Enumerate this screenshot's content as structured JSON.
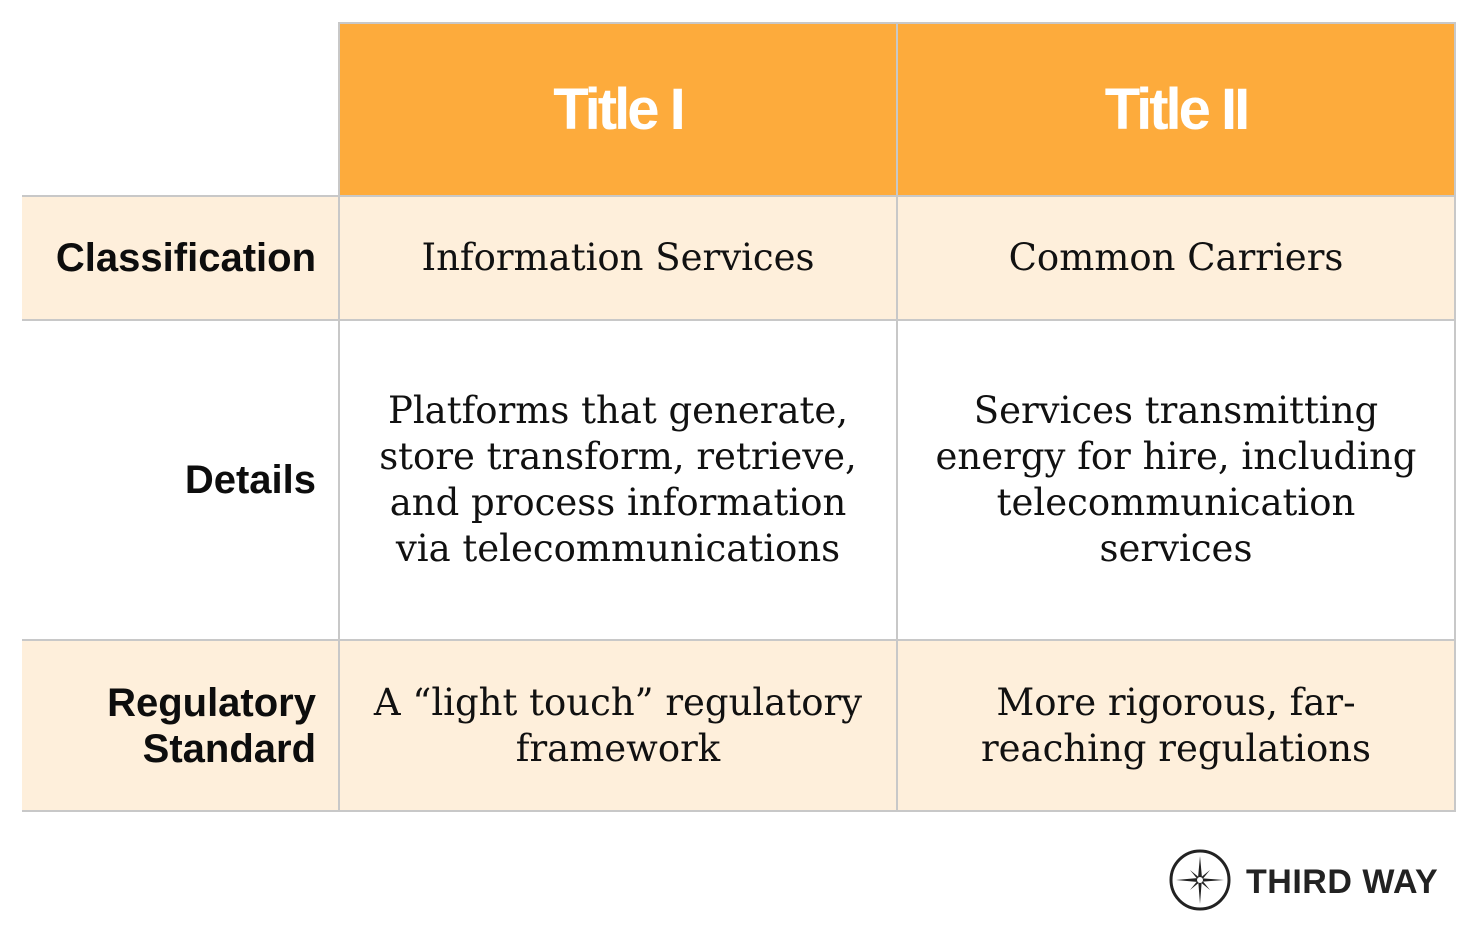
{
  "table": {
    "columns": [
      "",
      "Title I",
      "Title II"
    ],
    "rows": [
      {
        "label": "Classification",
        "title_i": "Information Services",
        "title_ii": "Common Carriers"
      },
      {
        "label": "Details",
        "title_i": "Platforms that generate, store transform, retrieve, and process information via telecommunications",
        "title_ii": "Services transmitting energy for hire, including telecommunication services"
      },
      {
        "label": "Regulatory Standard",
        "title_i": "A “light touch” regulatory framework",
        "title_ii": "More rigorous, far-reaching regulations"
      }
    ]
  },
  "logo": {
    "text": "THIRD WAY",
    "icon": "compass-star-icon"
  },
  "colors": {
    "header_bg": "#fdab3c",
    "shaded_row_bg": "#feefdb",
    "border": "#c8c8c8"
  }
}
